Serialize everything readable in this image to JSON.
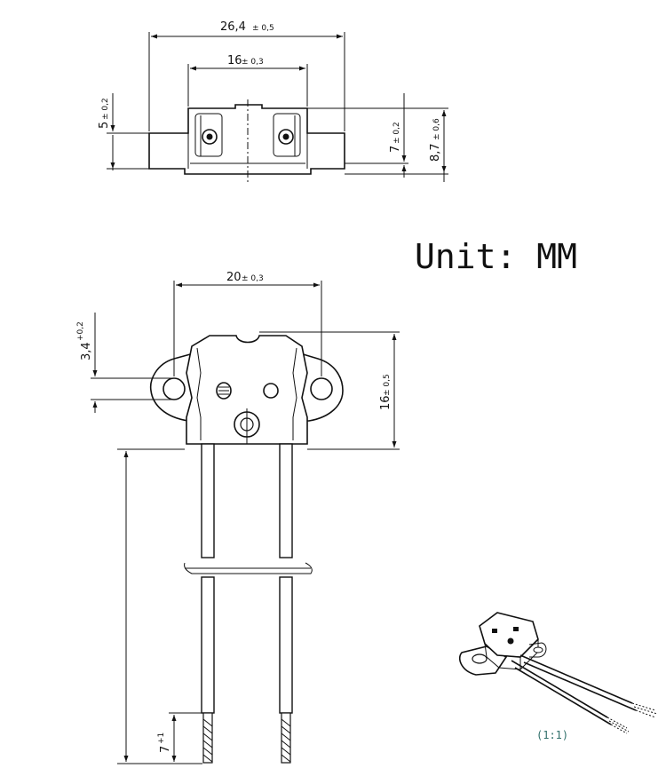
{
  "unit_label": "Unit: MM",
  "scale_label": "(1:1)",
  "top_view": {
    "width_overall": {
      "value": "26,4",
      "tol": "± 0,5"
    },
    "pin_spacing": {
      "value": "16",
      "tol": "± 0,3"
    },
    "flange_height": {
      "value": "5",
      "tol": "± 0,2"
    },
    "body_height": {
      "value": "7",
      "tol": "± 0,2"
    },
    "overall_height": {
      "value": "8,7",
      "tol": "± 0,6"
    }
  },
  "front_view": {
    "hole_spacing": {
      "value": "20",
      "tol": "± 0,3"
    },
    "hole_diameter": {
      "value": "3,4",
      "tol": "+0,2"
    },
    "body_height": {
      "value": "16",
      "tol": "± 0,5"
    },
    "strip_length": {
      "value": "7",
      "tol": "+1"
    }
  }
}
